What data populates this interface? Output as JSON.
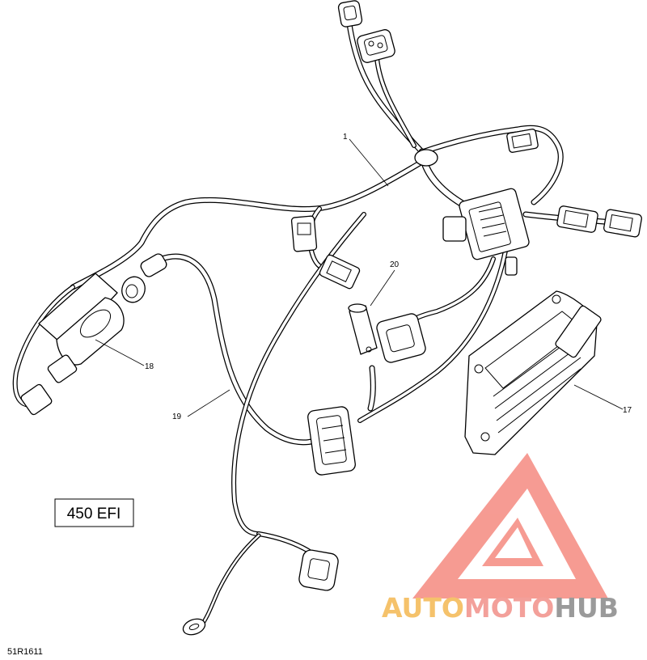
{
  "diagram": {
    "callouts": [
      {
        "id": "callout-1",
        "label": "1"
      },
      {
        "id": "callout-17",
        "label": "17"
      },
      {
        "id": "callout-18",
        "label": "18"
      },
      {
        "id": "callout-19",
        "label": "19"
      },
      {
        "id": "callout-20",
        "label": "20"
      }
    ],
    "model_label": "450 EFI",
    "drawing_code": "51R1611"
  },
  "watermark": {
    "text_auto": "AUTO",
    "text_moto": "MOTO",
    "text_hub": "HUB",
    "colors": {
      "auto": "#f5c26b",
      "moto": "#f3a09a",
      "hub": "#9a9a9a",
      "logo": "#f58a80"
    }
  }
}
